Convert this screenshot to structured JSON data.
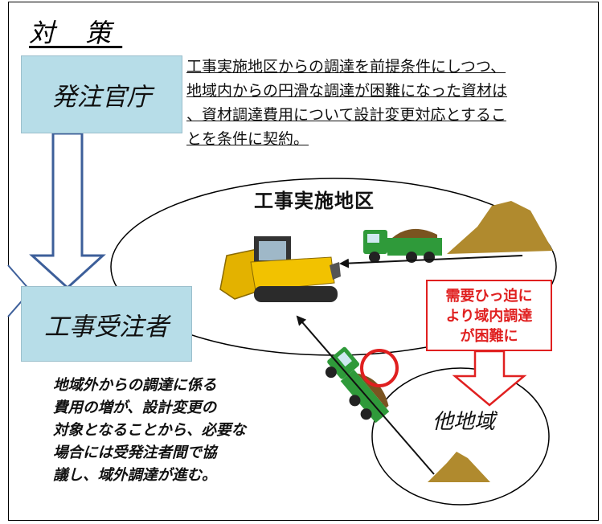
{
  "title": "対 策",
  "orderer": {
    "label": "発注官庁"
  },
  "contractor": {
    "label": "工事受注者"
  },
  "policy": {
    "lines": [
      "工事実施地区からの調達を前提条件にしつつ、",
      "地域内からの円滑な調達が困難になった資材は",
      "、資材調達費用について設計変更対応とするこ",
      "とを条件に契約。"
    ]
  },
  "work_area": {
    "label": "工事実施地区"
  },
  "other_area": {
    "label": "他地域"
  },
  "callout": {
    "lines": [
      "需要ひっ迫に",
      "より域内調達",
      "が困難に"
    ],
    "color": "#e02020"
  },
  "note": {
    "lines": [
      "地域外からの調達に係る",
      "費用の増が、設計変更の",
      "対象となることから、必要な",
      "場合には受発注者間で協",
      "議し、域外調達が進む。"
    ]
  },
  "colors": {
    "box_fill": "#b7dde8",
    "arrow_outline": "#3d5f9a",
    "truck_green": "#2f9a3a",
    "soil": "#b08a2e",
    "bulldozer": "#f2c200",
    "highlight_circle": "#e02020"
  },
  "icons": [
    "bulldozer-icon",
    "dump-truck-icon",
    "soil-pile-icon"
  ]
}
